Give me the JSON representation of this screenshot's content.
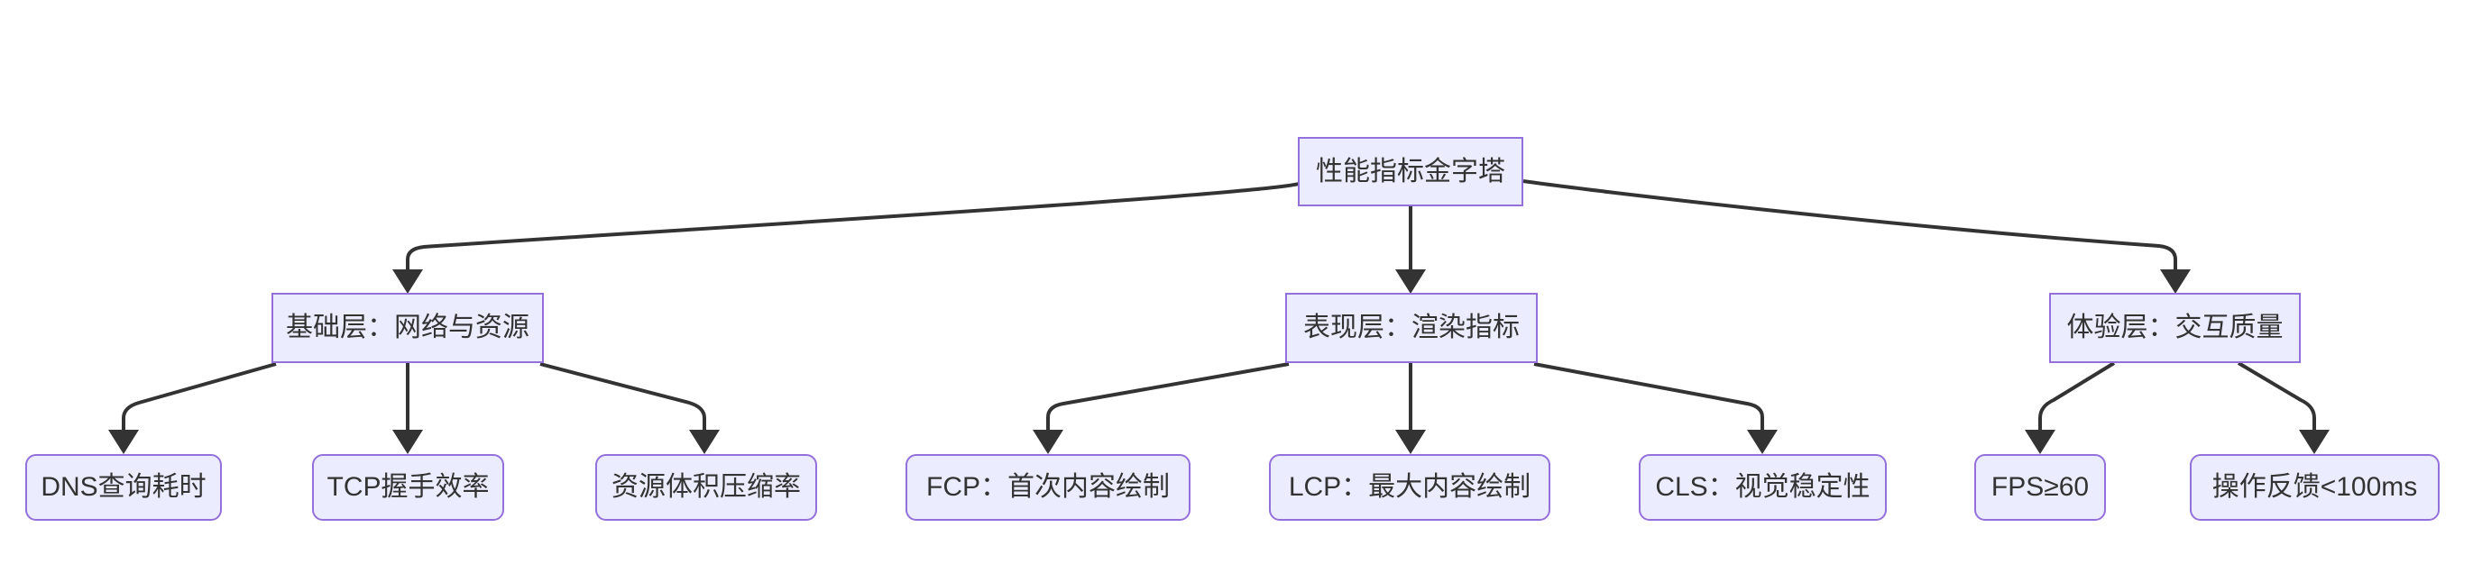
{
  "diagram": {
    "type": "flowchart",
    "direction": "top-down",
    "title_node": "性能指标金字塔",
    "colors": {
      "background": "#ffffff",
      "node_fill": "#ECECFF",
      "node_border": "#9370DB",
      "node_text": "#333333",
      "edge": "#333333"
    },
    "nodes": [
      {
        "id": "root",
        "label": "性能指标金字塔",
        "shape": "rect",
        "level": 0
      },
      {
        "id": "base",
        "label": "基础层：网络与资源",
        "shape": "rect",
        "level": 1
      },
      {
        "id": "perf",
        "label": "表现层：渲染指标",
        "shape": "rect",
        "level": 1
      },
      {
        "id": "exp",
        "label": "体验层：交互质量",
        "shape": "rect",
        "level": 1
      },
      {
        "id": "dns",
        "label": "DNS查询耗时",
        "shape": "rounded",
        "level": 2
      },
      {
        "id": "tcp",
        "label": "TCP握手效率",
        "shape": "rounded",
        "level": 2
      },
      {
        "id": "res",
        "label": "资源体积压缩率",
        "shape": "rounded",
        "level": 2
      },
      {
        "id": "fcp",
        "label": "FCP：首次内容绘制",
        "shape": "rounded",
        "level": 2
      },
      {
        "id": "lcp",
        "label": "LCP：最大内容绘制",
        "shape": "rounded",
        "level": 2
      },
      {
        "id": "cls",
        "label": "CLS：视觉稳定性",
        "shape": "rounded",
        "level": 2
      },
      {
        "id": "fps",
        "label": "FPS≥60",
        "shape": "rounded",
        "level": 2
      },
      {
        "id": "op",
        "label": "操作反馈<100ms",
        "shape": "rounded",
        "level": 2
      }
    ],
    "edges": [
      {
        "from": "root",
        "to": "base"
      },
      {
        "from": "root",
        "to": "perf"
      },
      {
        "from": "root",
        "to": "exp"
      },
      {
        "from": "base",
        "to": "dns"
      },
      {
        "from": "base",
        "to": "tcp"
      },
      {
        "from": "base",
        "to": "res"
      },
      {
        "from": "perf",
        "to": "fcp"
      },
      {
        "from": "perf",
        "to": "lcp"
      },
      {
        "from": "perf",
        "to": "cls"
      },
      {
        "from": "exp",
        "to": "fps"
      },
      {
        "from": "exp",
        "to": "op"
      }
    ]
  }
}
